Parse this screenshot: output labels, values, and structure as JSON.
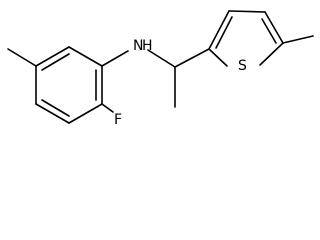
{
  "molecule": {
    "atoms": {
      "nh": "N",
      "nh_hydrogen": "H",
      "fluorine": "F",
      "sulfur": "S"
    }
  }
}
